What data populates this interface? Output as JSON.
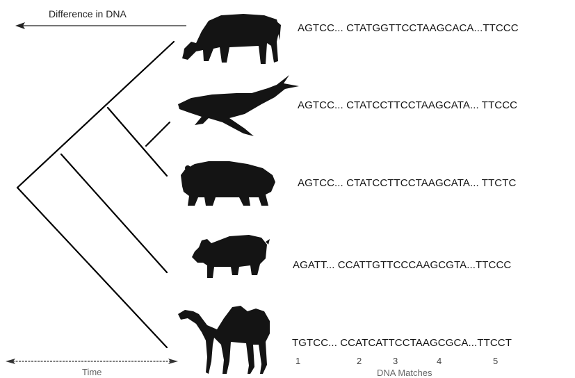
{
  "diagram": {
    "top_arrow_label": "Difference in DNA",
    "bottom_arrow_label": "Time",
    "x_axis_label": "DNA Matches",
    "match_markers": [
      "1",
      "2",
      "3",
      "4",
      "5"
    ],
    "colors": {
      "silhouette": "#141414",
      "line": "#000000",
      "text": "#141414"
    }
  },
  "animals": [
    {
      "name": "cow-silhouette-icon",
      "sequence": "AGTCC... CTATGGTTCCTAAGCACA...TTCCC"
    },
    {
      "name": "whale-silhouette-icon",
      "sequence": "AGTCC... CTATCCTTCCTAAGCATA... TTCCC"
    },
    {
      "name": "hippo-silhouette-icon",
      "sequence": "AGTCC... CTATCCTTCCTAAGCATA... TTCTC"
    },
    {
      "name": "pig-silhouette-icon",
      "sequence": "AGATT... CCATTGTTCCCAAGCGTA...TTCCC"
    },
    {
      "name": "camel-silhouette-icon",
      "sequence": "TGTCC... CCATCATTCCTAAGCGCA...TTCCT"
    }
  ]
}
